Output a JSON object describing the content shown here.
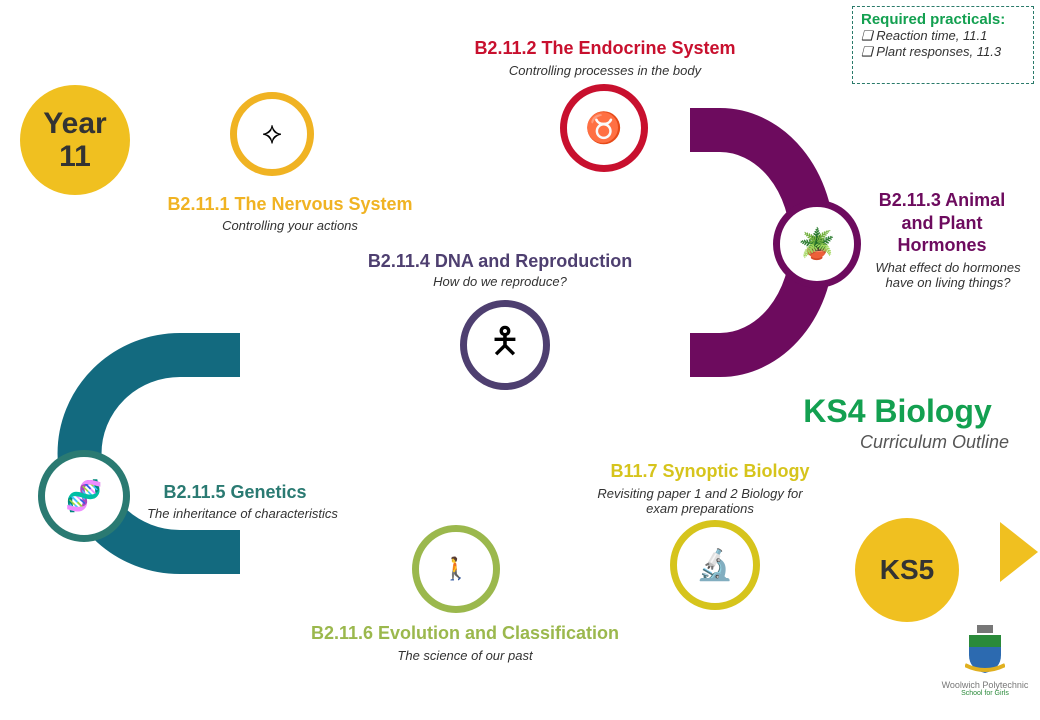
{
  "practicals": {
    "title": "Required practicals:",
    "items": [
      "Reaction time, 11.1",
      "Plant responses, 11.3"
    ]
  },
  "start": {
    "line1": "Year",
    "line2": "11"
  },
  "end": {
    "label": "KS5"
  },
  "heading": {
    "title": "KS4 Biology",
    "subtitle": "Curriculum Outline"
  },
  "topics": [
    {
      "title": "B2.11.1 The Nervous System",
      "subtitle": "Controlling your actions",
      "icon": "neuron-icon",
      "color": "#f0b323"
    },
    {
      "title": "B2.11.2 The Endocrine System",
      "subtitle": "Controlling processes in the body",
      "icon": "kidney-icon",
      "color": "#c8102e"
    },
    {
      "title": "B2.11.3 Animal and Plant Hormones",
      "subtitle": "What effect do hormones have on living things?",
      "icon": "plant-pot-icon",
      "color": "#6d0b5e"
    },
    {
      "title": "B2.11.4 DNA and Reproduction",
      "subtitle": "How do we reproduce?",
      "icon": "human-body-icon",
      "color": "#4e3f70"
    },
    {
      "title": "B2.11.5 Genetics",
      "subtitle": "The inheritance of characteristics",
      "icon": "chromosome-dna-icon",
      "color": "#1f6e78"
    },
    {
      "title": "B2.11.6 Evolution and Classification",
      "subtitle": "The science of our past",
      "icon": "evolution-icon",
      "color": "#9bb84d"
    },
    {
      "title": "B11.7 Synoptic Biology",
      "subtitle": "Revisiting paper 1 and 2 Biology for exam preparations",
      "icon": "microscope-icon",
      "color": "#d6c41c"
    }
  ],
  "logo": {
    "name": "Woolwich Polytechnic",
    "tagline": "School for Girls"
  }
}
